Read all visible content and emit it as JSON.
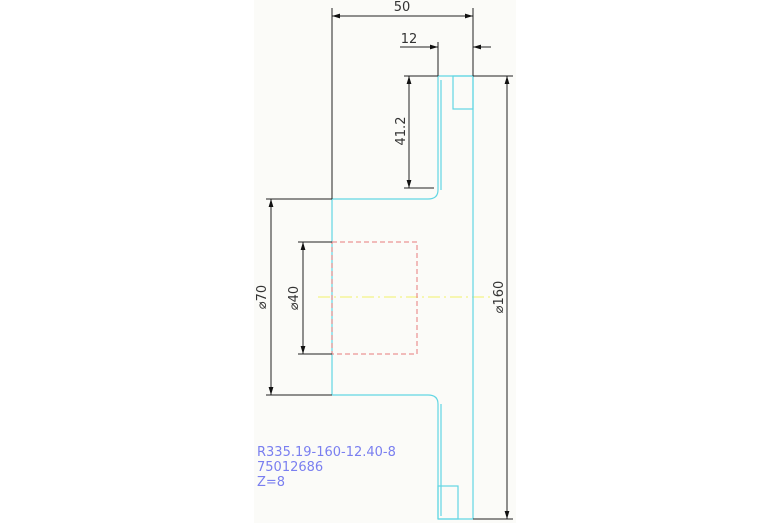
{
  "dimensions": {
    "overall_length": "50",
    "flange_thickness": "12",
    "offset": "41.2",
    "hub_diameter": "⌀70",
    "bore_diameter": "⌀40",
    "outer_diameter": "⌀160"
  },
  "notes": {
    "line1": "R335.19-160-12.40-8",
    "line2": "75012686",
    "line3": "Z=8"
  },
  "colors": {
    "part_outline": "#62d6e3",
    "hidden_lines": "#e77b7b",
    "center_line": "#f2f26a",
    "note_text": "#7a7ff0"
  }
}
